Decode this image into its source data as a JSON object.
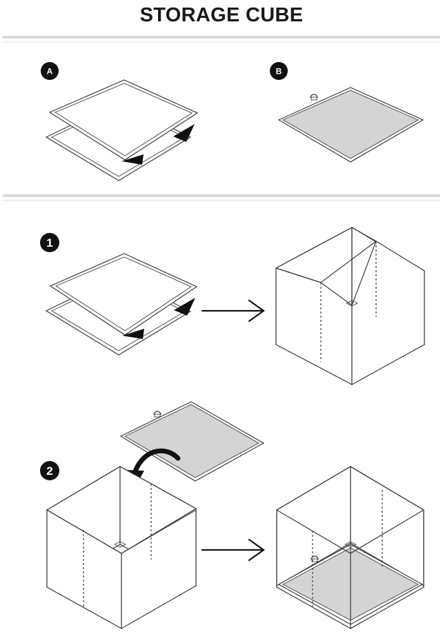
{
  "title": "STORAGE CUBE",
  "steps": [
    {
      "id": "A",
      "label": "A",
      "content": "two-panels-sliding-together"
    },
    {
      "id": "B",
      "label": "B",
      "content": "base-board-with-knob"
    },
    {
      "id": "1",
      "label": "1",
      "content": "assemble-panels-into-open-cube"
    },
    {
      "id": "2",
      "label": "2",
      "content": "insert-base-board-into-cube"
    }
  ],
  "colors": {
    "line": "#3a3a3a",
    "badge": "#111111",
    "panel_fill": "#ffffff",
    "board_fill": "#d4d4d4",
    "divider": "#d8d8d8"
  },
  "icons": [
    "arrow-right-icon",
    "curved-arrow-icon",
    "knob-icon"
  ]
}
